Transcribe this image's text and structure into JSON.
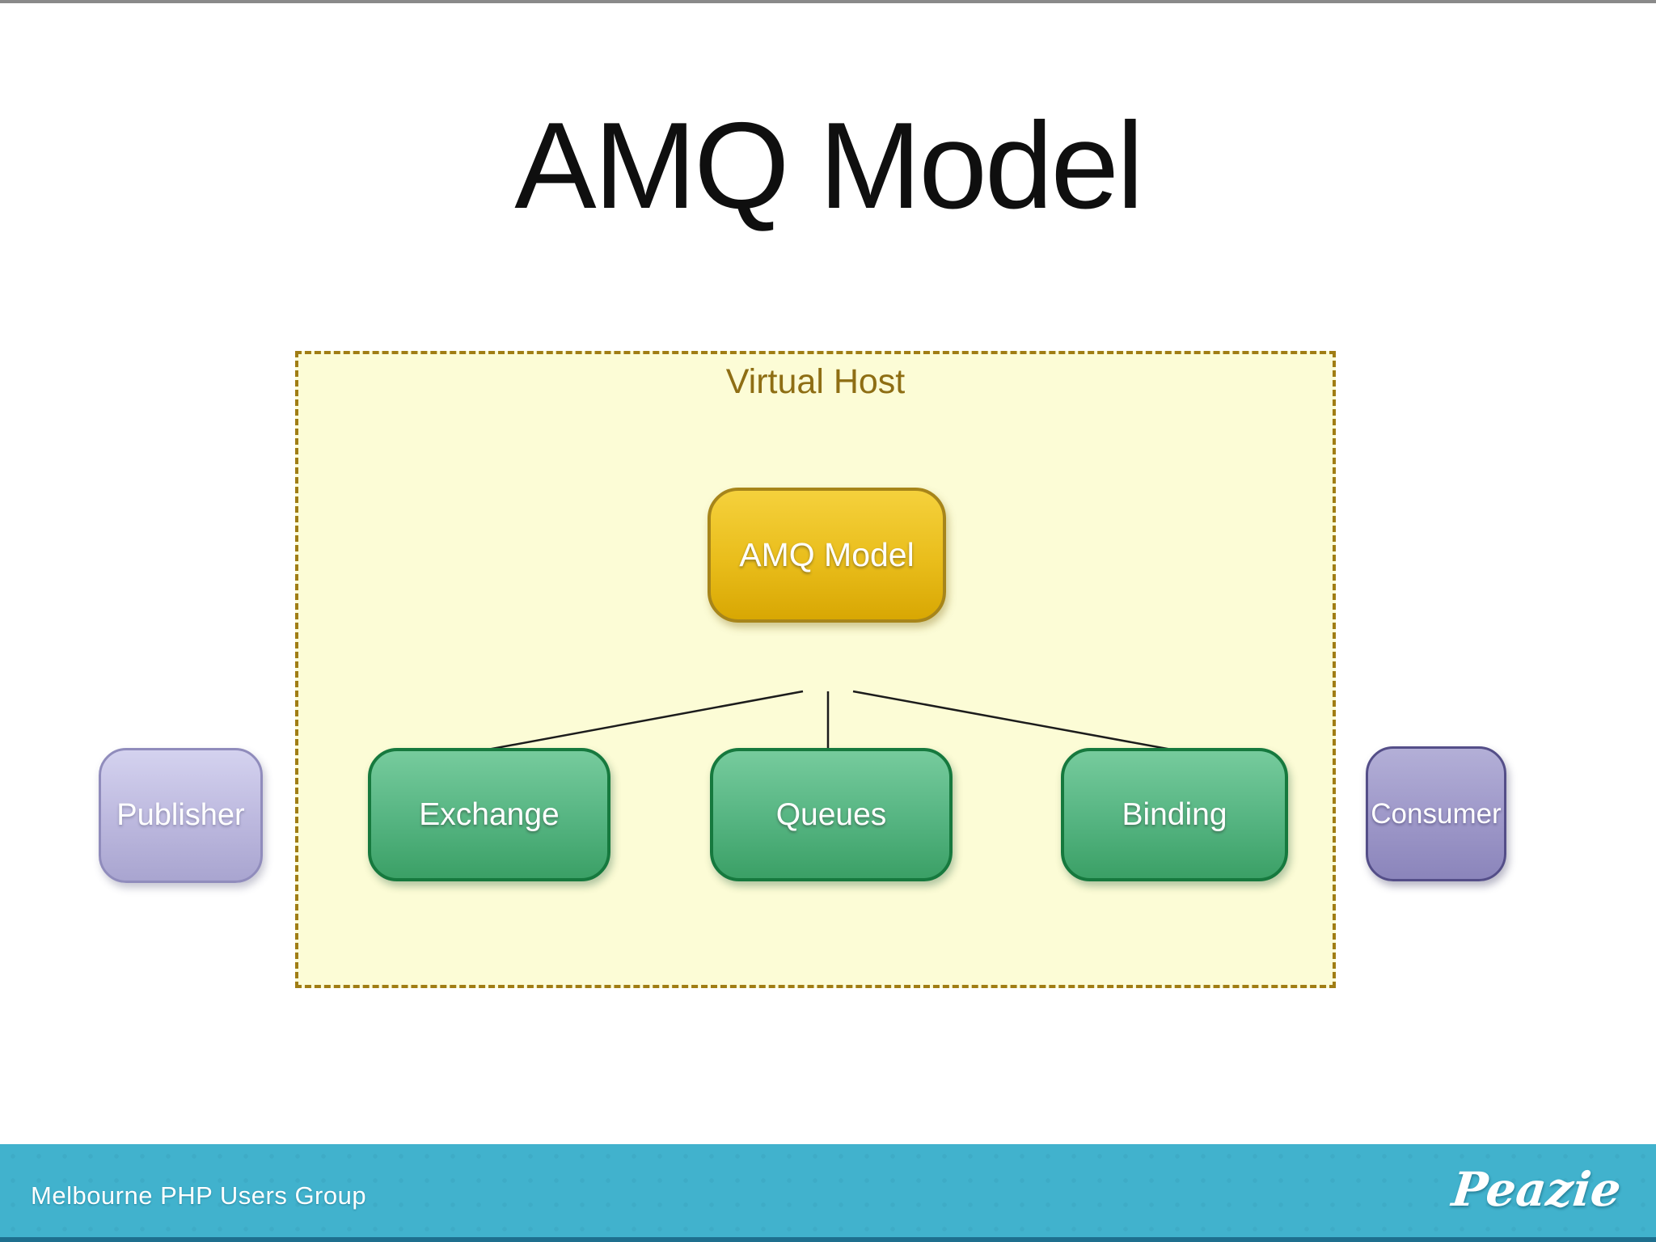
{
  "slide": {
    "title": "AMQ Model"
  },
  "diagram": {
    "virtual_host": {
      "label": "Virtual Host"
    },
    "root_node": {
      "label": "AMQ Model"
    },
    "child_nodes": [
      {
        "label": "Exchange"
      },
      {
        "label": "Queues"
      },
      {
        "label": "Binding"
      }
    ],
    "external_nodes": [
      {
        "label": "Publisher"
      },
      {
        "label": "Consumer"
      }
    ]
  },
  "footer": {
    "left_text": "Melbourne PHP Users Group",
    "logo_text": "Peazie"
  },
  "colors": {
    "virtual_host_bg": "#fcfcd6",
    "virtual_host_border": "#a07d14",
    "virtual_host_label": "#8e6e14",
    "root_node_fill": "#e3b715",
    "root_node_border": "#a7851a",
    "child_node_fill": "#4fb07c",
    "child_node_border": "#16793e",
    "publisher_fill": "#bcb8de",
    "publisher_border": "#908cbc",
    "consumer_fill": "#9d97c8",
    "consumer_border": "#544e88",
    "footer_bar": "#41b2cd",
    "footer_accent": "#1e6f8e",
    "title_text": "#0f0f0f",
    "node_text": "#ffffff"
  }
}
